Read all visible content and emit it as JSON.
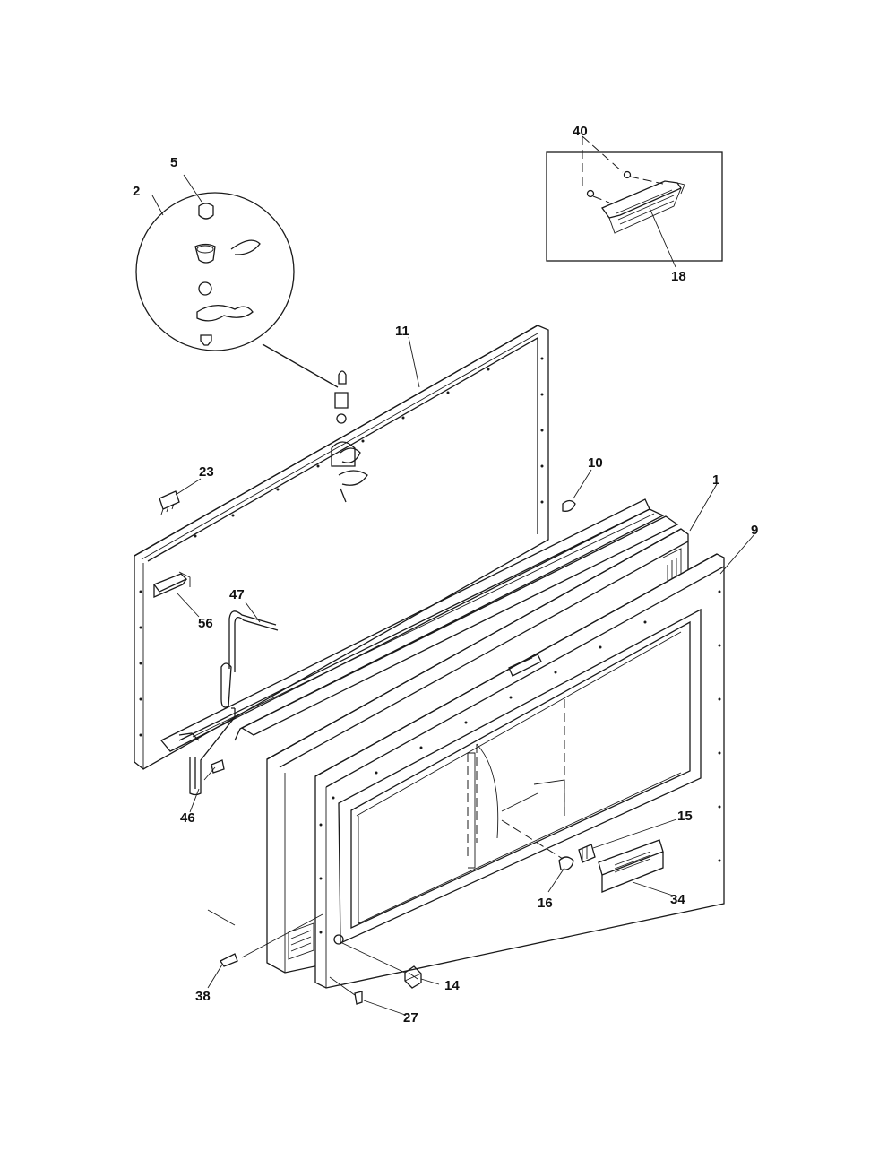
{
  "callouts": {
    "p1": "1",
    "p2": "2",
    "p5": "5",
    "p9": "9",
    "p10": "10",
    "p11": "11",
    "p14": "14",
    "p15": "15",
    "p16": "16",
    "p18": "18",
    "p23": "23",
    "p27": "27",
    "p34": "34",
    "p38": "38",
    "p40": "40",
    "p46": "46",
    "p47": "47",
    "p56": "56"
  },
  "colors": {
    "line": "#1a1a1a",
    "background": "#ffffff"
  }
}
